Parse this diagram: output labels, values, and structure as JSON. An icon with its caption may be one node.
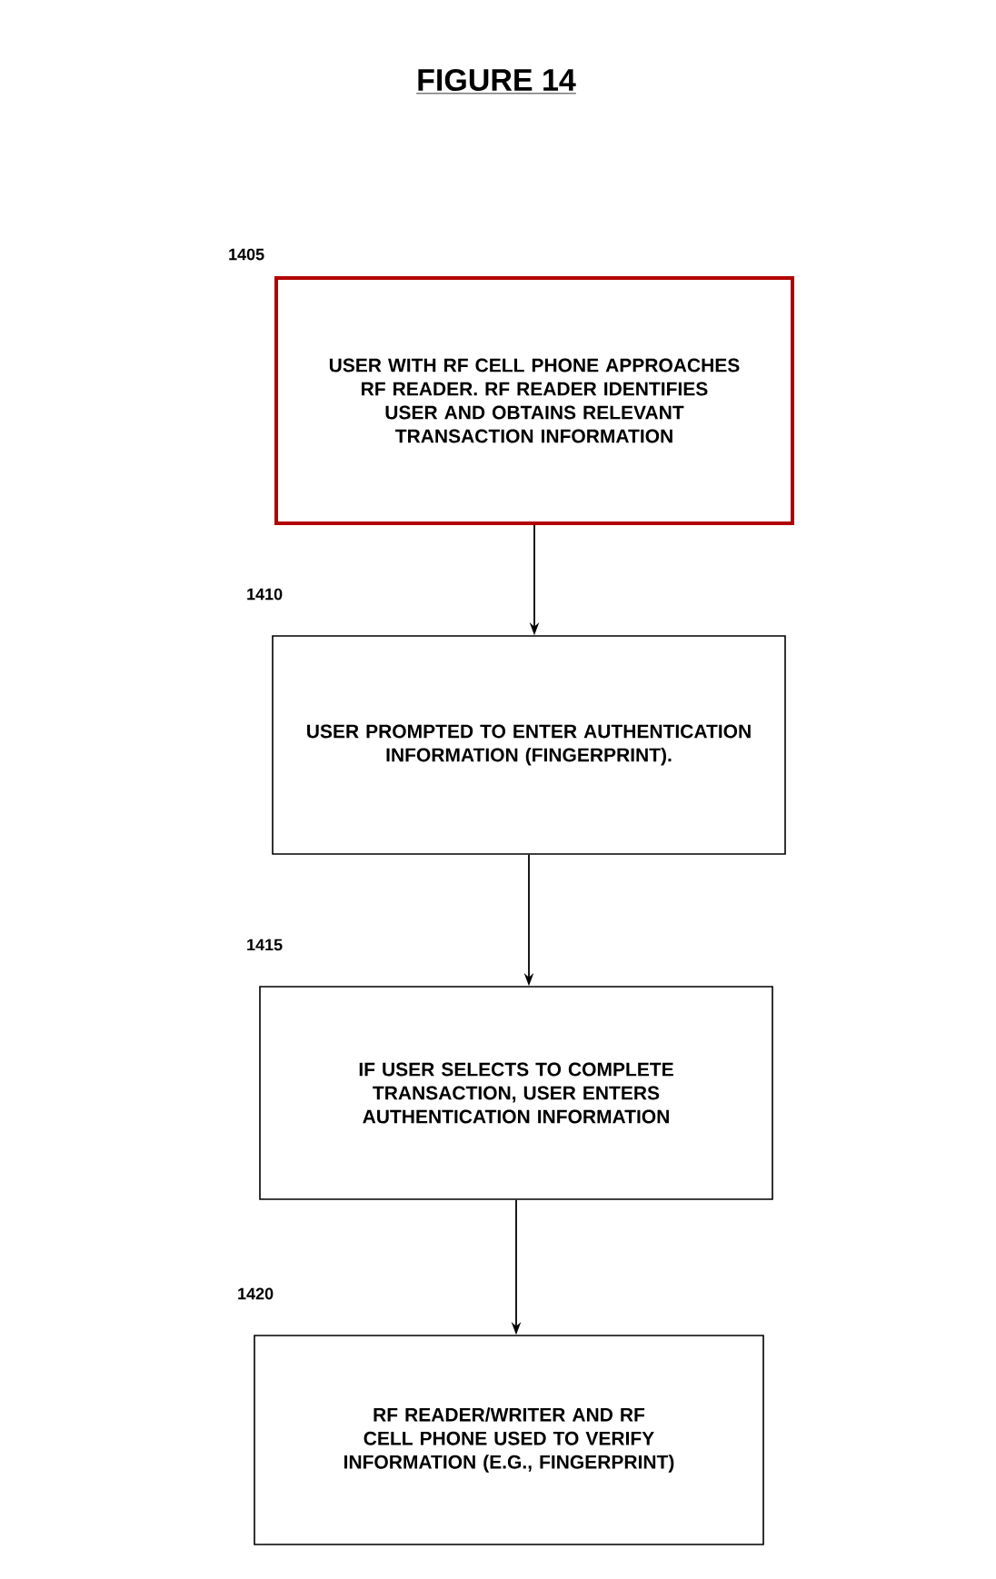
{
  "diagram": {
    "title": "FIGURE 14",
    "nodes": [
      {
        "text": [
          "USER WITH RF CELL PHONE APPROACHES RF READER.  RF READER IDENTIFIES USER AND OBTAINS RELEVANT TRANSACTION INFORMATION"
        ],
        "beside": [
          "1405"
        ]
      },
      {
        "text": [
          "USER PROMPTED TO ENTER AUTHENTICATION INFORMATION (FINGERPRINT)."
        ],
        "beside": [
          "1410"
        ]
      },
      {
        "text": [
          "IF USER SELECTS TO COMPLETE TRANSACTION, USER ENTERS AUTHENTICATION INFORMATION"
        ],
        "beside": [
          "1415"
        ]
      },
      {
        "text": [
          "RF READER/WRITER AND RF CELL PHONE USED TO VERIFY INFORMATION (E.G., FINGERPRINT)"
        ],
        "beside": [
          "1420"
        ]
      }
    ],
    "edges": [
      {
        "from": 0,
        "to": 1,
        "arrow": "to"
      },
      {
        "from": 1,
        "to": 2,
        "arrow": "to"
      },
      {
        "from": 2,
        "to": 3,
        "arrow": "to"
      }
    ]
  }
}
